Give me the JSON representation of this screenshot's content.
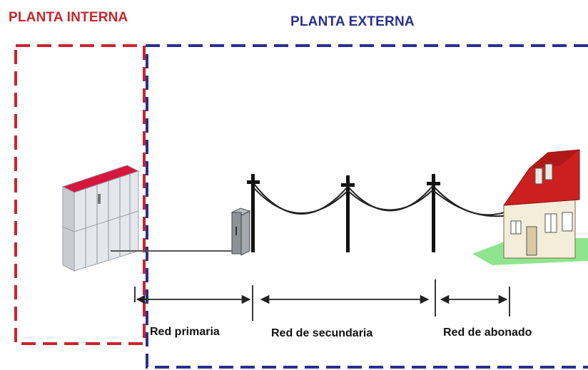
{
  "labels": {
    "internal_plant": "PLANTA INTERNA",
    "external_plant": "PLANTA EXTERNA"
  },
  "segments": {
    "primary": "Red primaria",
    "secondary": "Red de secundaria",
    "subscriber": "Red de abonado"
  },
  "colors": {
    "internal_border": "#c8252c",
    "external_border": "#2b2f8f",
    "cabinet_top": "#d6163c",
    "roof": "#cc1f1f",
    "lawn": "#8ee58e"
  }
}
